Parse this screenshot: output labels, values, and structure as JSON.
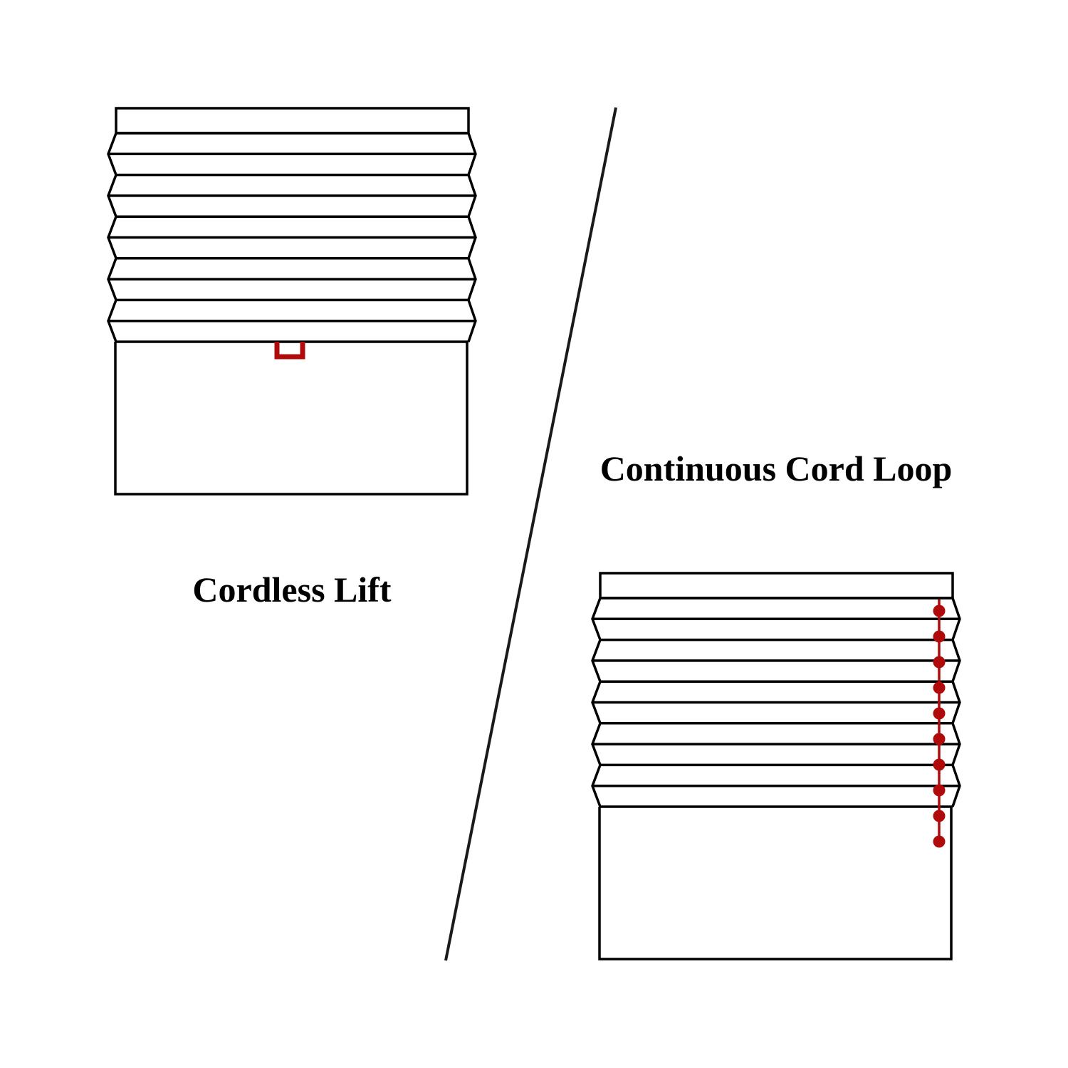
{
  "labels": {
    "cordless": "Cordless Lift",
    "cord_loop": "Continuous Cord Loop"
  },
  "colors": {
    "outline": "#000000",
    "accent": "#b00a0a",
    "divider": "#1a1a1a"
  },
  "shades": [
    {
      "name": "cordless-lift-shade",
      "pleat_count": 10,
      "control": "bottom-handle"
    },
    {
      "name": "cord-loop-shade",
      "pleat_count": 10,
      "control": "beaded-cord",
      "bead_count": 10
    }
  ]
}
